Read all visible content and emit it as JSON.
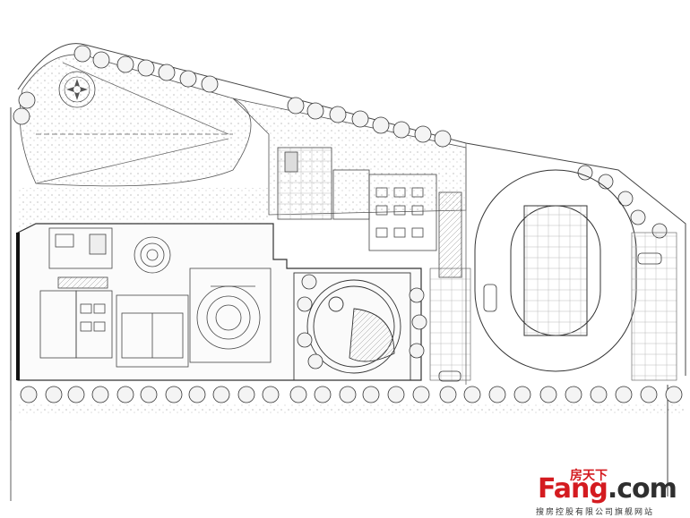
{
  "watermark": {
    "brand_cn": "房天下",
    "brand_main": "Fang",
    "brand_dot": ".com",
    "subtitle": "搜房控股有限公司旗舰网站"
  }
}
